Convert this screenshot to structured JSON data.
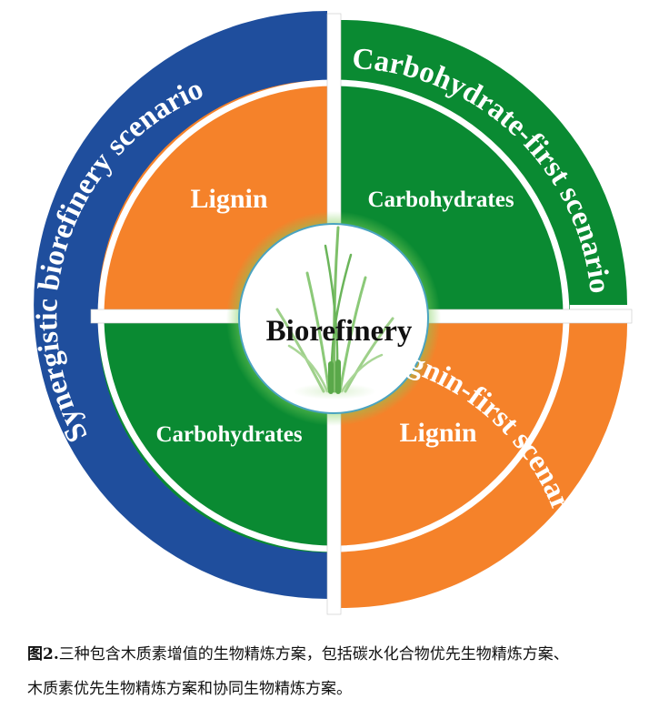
{
  "center": {
    "label": "Biorefinery"
  },
  "quadrants": {
    "top_left": "Lignin",
    "top_right": "Carbohydrates",
    "bottom_left": "Carbohydrates",
    "bottom_right": "Lignin"
  },
  "scenarios": {
    "synergistic": "Synergistic biorefinery scenario",
    "carbohydrate_first": "Carbohydrate-first scenario",
    "lignin_first": "Lignin-first scenario"
  },
  "colors": {
    "blue": "#1f4e9d",
    "green": "#0a8a32",
    "orange": "#f5822a",
    "center_glow": "#7fcf5a"
  },
  "caption": {
    "figure_no": "图2.",
    "line1": "三种包含木质素增值的生物精炼方案，包括碳水化合物优先生物精炼方案、",
    "line2": "木质素优先生物精炼方案和协同生物精炼方案。"
  }
}
